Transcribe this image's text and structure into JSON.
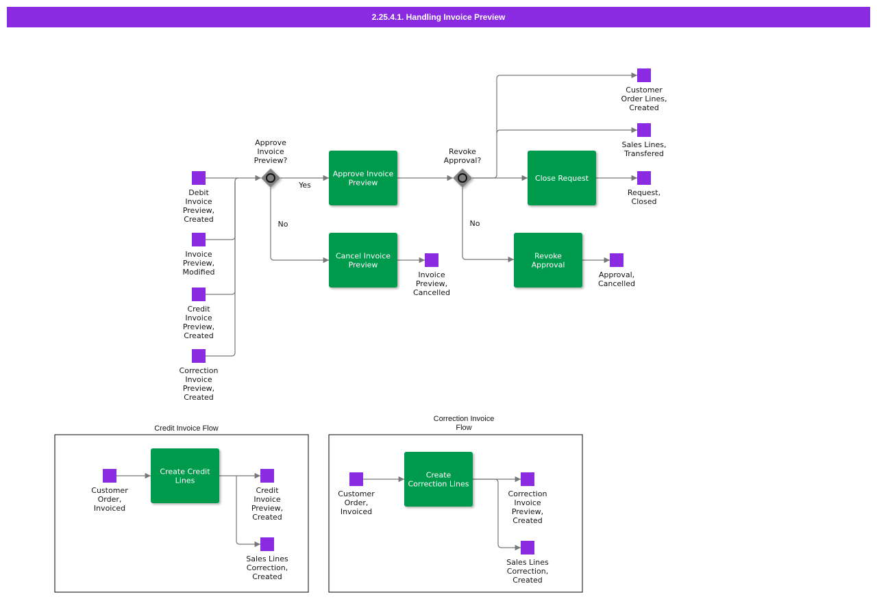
{
  "title": "2.25.4.1. Handling Invoice Preview",
  "colors": {
    "accent": "#8a2be2",
    "event": "#8a2be2",
    "task": "#009a4e",
    "connector": "#777777",
    "gateway": "#808080"
  },
  "events": {
    "debit_invoice_preview_created": [
      "Debit",
      "Invoice",
      "Preview,",
      "Created"
    ],
    "invoice_preview_modified": [
      "Invoice",
      "Preview,",
      "Modified"
    ],
    "credit_invoice_preview_created": [
      "Credit",
      "Invoice",
      "Preview,",
      "Created"
    ],
    "correction_invoice_preview_created": [
      "Correction",
      "Invoice",
      "Preview,",
      "Created"
    ],
    "invoice_preview_cancelled": [
      "Invoice",
      "Preview,",
      "Cancelled"
    ],
    "customer_order_lines_created": [
      "Customer",
      "Order Lines,",
      "Created"
    ],
    "sales_lines_transfered": [
      "Sales Lines,",
      "Transfered"
    ],
    "request_closed": [
      "Request,",
      "Closed"
    ],
    "approval_cancelled": [
      "Approval,",
      "Cancelled"
    ],
    "credit_flow_customer_order_invoiced": [
      "Customer",
      "Order,",
      "Invoiced"
    ],
    "credit_flow_credit_invoice_preview_created": [
      "Credit",
      "Invoice",
      "Preview,",
      "Created"
    ],
    "credit_flow_sales_lines_correction_created": [
      "Sales Lines",
      "Correction,",
      "Created"
    ],
    "correction_flow_customer_order_invoiced": [
      "Customer",
      "Order,",
      "Invoiced"
    ],
    "correction_flow_correction_invoice_preview_created": [
      "Correction",
      "Invoice",
      "Preview,",
      "Created"
    ],
    "correction_flow_sales_lines_correction_created": [
      "Sales Lines",
      "Correction,",
      "Created"
    ]
  },
  "tasks": {
    "approve_invoice_preview": [
      "Approve Invoice",
      "Preview"
    ],
    "cancel_invoice_preview": [
      "Cancel Invoice",
      "Preview"
    ],
    "close_request": [
      "Close Request"
    ],
    "revoke_approval": [
      "Revoke",
      "Approval"
    ],
    "create_credit_lines": [
      "Create Credit",
      "Lines"
    ],
    "create_correction_lines": [
      "Create",
      "Correction Lines"
    ]
  },
  "gateways": {
    "approve_invoice_preview": [
      "Approve",
      "Invoice",
      "Preview?"
    ],
    "revoke_approval": [
      "Revoke",
      "Approval?"
    ]
  },
  "edge_labels": {
    "approve_yes": "Yes",
    "approve_no": "No",
    "revoke_no": "No"
  },
  "frames": {
    "credit_invoice_flow": [
      "Credit Invoice Flow"
    ],
    "correction_invoice_flow": [
      "Correction Invoice",
      "Flow"
    ]
  }
}
